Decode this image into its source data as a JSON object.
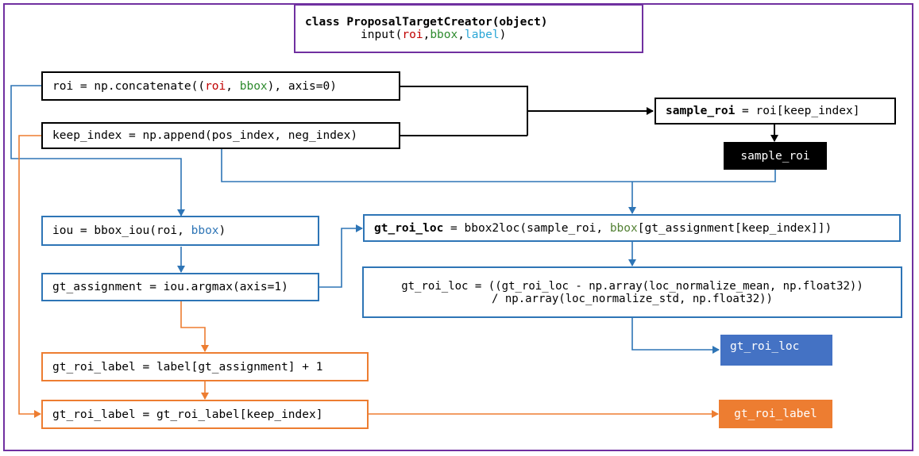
{
  "header": {
    "class_line": "class ProposalTargetCreator(object)",
    "input_prefix": "input(",
    "input_roi": "roi",
    "input_comma1": ",",
    "input_bbox": "bbox",
    "input_comma2": ",",
    "input_label": "label",
    "input_suffix": ")"
  },
  "roi_concat": {
    "pre": "roi = np.concatenate((",
    "roi": "roi",
    "sep": ", ",
    "bbox": "bbox",
    "post": "), axis=0)"
  },
  "keep_index": {
    "text": "keep_index = np.append(pos_index, neg_index)"
  },
  "sample_roi_assign": {
    "name": "sample_roi",
    "rest": " = roi[keep_index]"
  },
  "sample_roi_output": {
    "text": "sample_roi"
  },
  "iou": {
    "pre": "iou = bbox_iou(roi, ",
    "bbox": "bbox",
    "post": ")"
  },
  "gt_assignment": {
    "text": "gt_assignment = iou.argmax(axis=1)"
  },
  "gt_roi_loc_assign": {
    "name": "gt_roi_loc",
    "mid": " = bbox2loc(sample_roi, ",
    "bbox": "bbox",
    "post": "[gt_assignment[keep_index]])"
  },
  "gt_roi_loc_normalize": {
    "line1": "gt_roi_loc = ((gt_roi_loc - np.array(loc_normalize_mean, np.float32))",
    "line2": "/ np.array(loc_normalize_std, np.float32))"
  },
  "gt_roi_loc_output": {
    "text": "gt_roi_loc"
  },
  "gt_roi_label_assign": {
    "text": "gt_roi_label = label[gt_assignment] + 1"
  },
  "gt_roi_label_keep": {
    "text": "gt_roi_label = gt_roi_label[keep_index]"
  },
  "gt_roi_label_output": {
    "text": "gt_roi_label"
  },
  "colors": {
    "frame": "#7030a0",
    "blue": "#2e75b6",
    "orange": "#ed7d31",
    "black": "#000000",
    "output_blue_fill": "#4472c4",
    "output_orange_fill": "#ed7d31"
  }
}
